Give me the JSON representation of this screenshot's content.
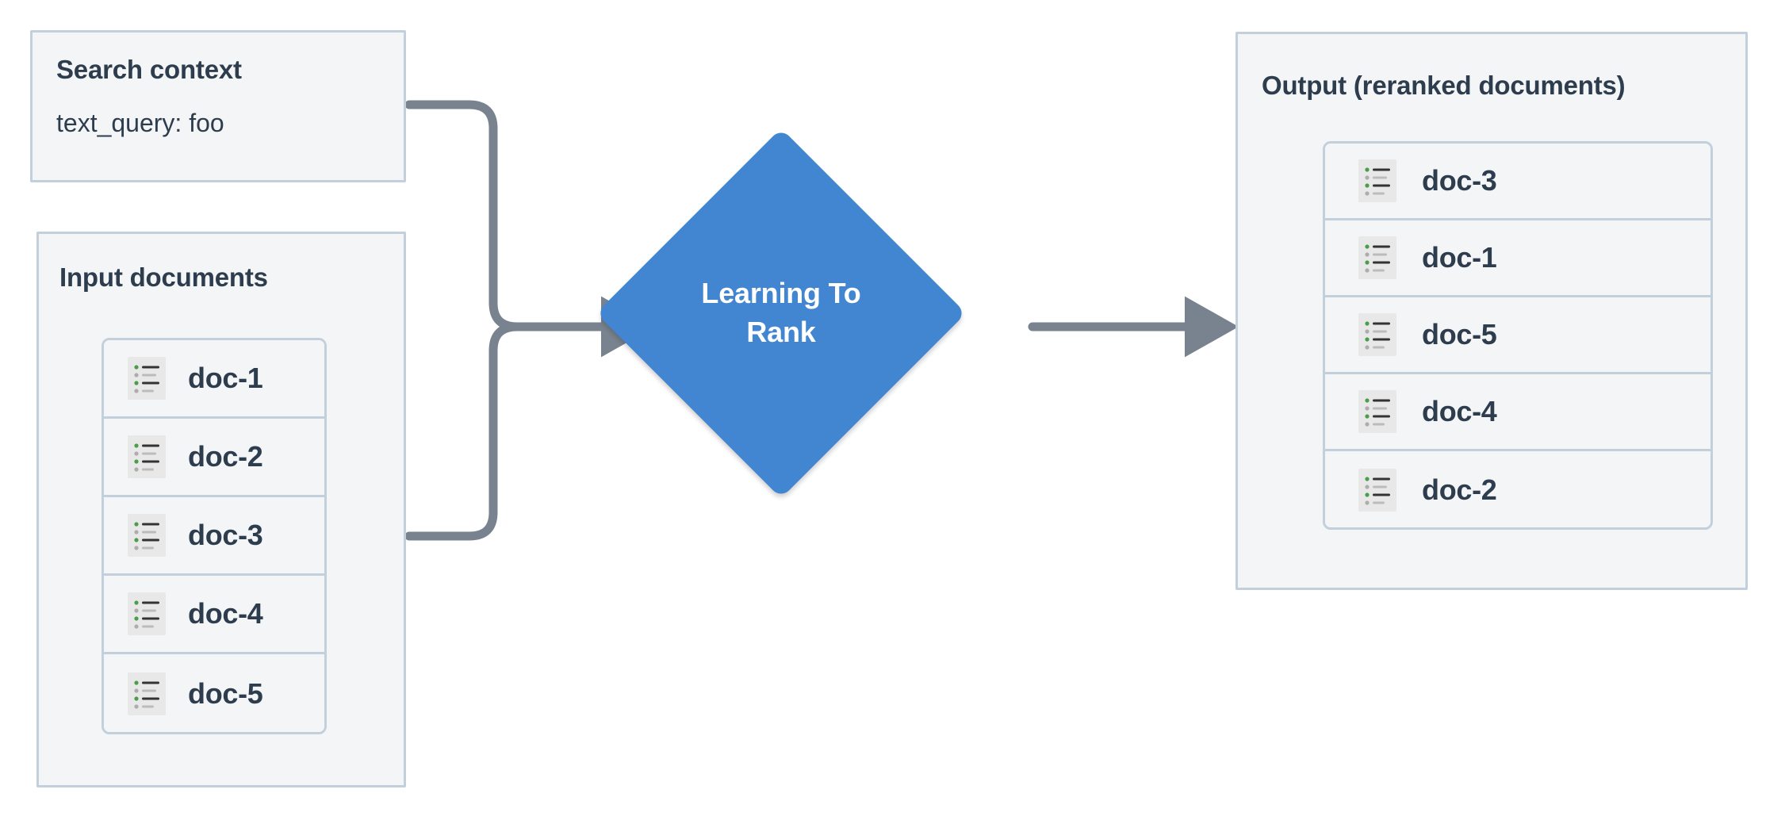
{
  "diagram": {
    "title": "Learning To Rank reranking flow",
    "background": "#ffffff"
  },
  "colors": {
    "panel_fill": "#f3f5f7",
    "panel_border": "#c3cfdb",
    "text_dark": "#2e3d4e",
    "connector": "#78838f",
    "node_blue": "#4285d1",
    "node_text": "#ffffff",
    "icon_bg": "#e8e8e8",
    "icon_bullet_green": "#4a9e4a",
    "icon_bullet_gray": "#adadad",
    "icon_line_dark": "#333333",
    "icon_line_gray": "#bcbcbc"
  },
  "search_context": {
    "title": "Search context",
    "query_line": "text_query: foo"
  },
  "input_documents": {
    "title": "Input documents",
    "docs": [
      {
        "label": "doc-1",
        "icon": "document-list-icon"
      },
      {
        "label": "doc-2",
        "icon": "document-list-icon"
      },
      {
        "label": "doc-3",
        "icon": "document-list-icon"
      },
      {
        "label": "doc-4",
        "icon": "document-list-icon"
      },
      {
        "label": "doc-5",
        "icon": "document-list-icon"
      }
    ]
  },
  "process_node": {
    "label_line1": "Learning To",
    "label_line2": "Rank",
    "shape": "diamond"
  },
  "output": {
    "title": "Output (reranked documents)",
    "docs": [
      {
        "label": "doc-3",
        "icon": "document-list-icon"
      },
      {
        "label": "doc-1",
        "icon": "document-list-icon"
      },
      {
        "label": "doc-5",
        "icon": "document-list-icon"
      },
      {
        "label": "doc-4",
        "icon": "document-list-icon"
      },
      {
        "label": "doc-2",
        "icon": "document-list-icon"
      }
    ]
  },
  "connectors": [
    {
      "name": "search-context-to-ltr",
      "from": "search_context",
      "to": "process_node",
      "arrow": true
    },
    {
      "name": "input-documents-to-ltr",
      "from": "input_documents",
      "to": "process_node",
      "arrow": true
    },
    {
      "name": "ltr-to-output",
      "from": "process_node",
      "to": "output",
      "arrow": true
    }
  ]
}
